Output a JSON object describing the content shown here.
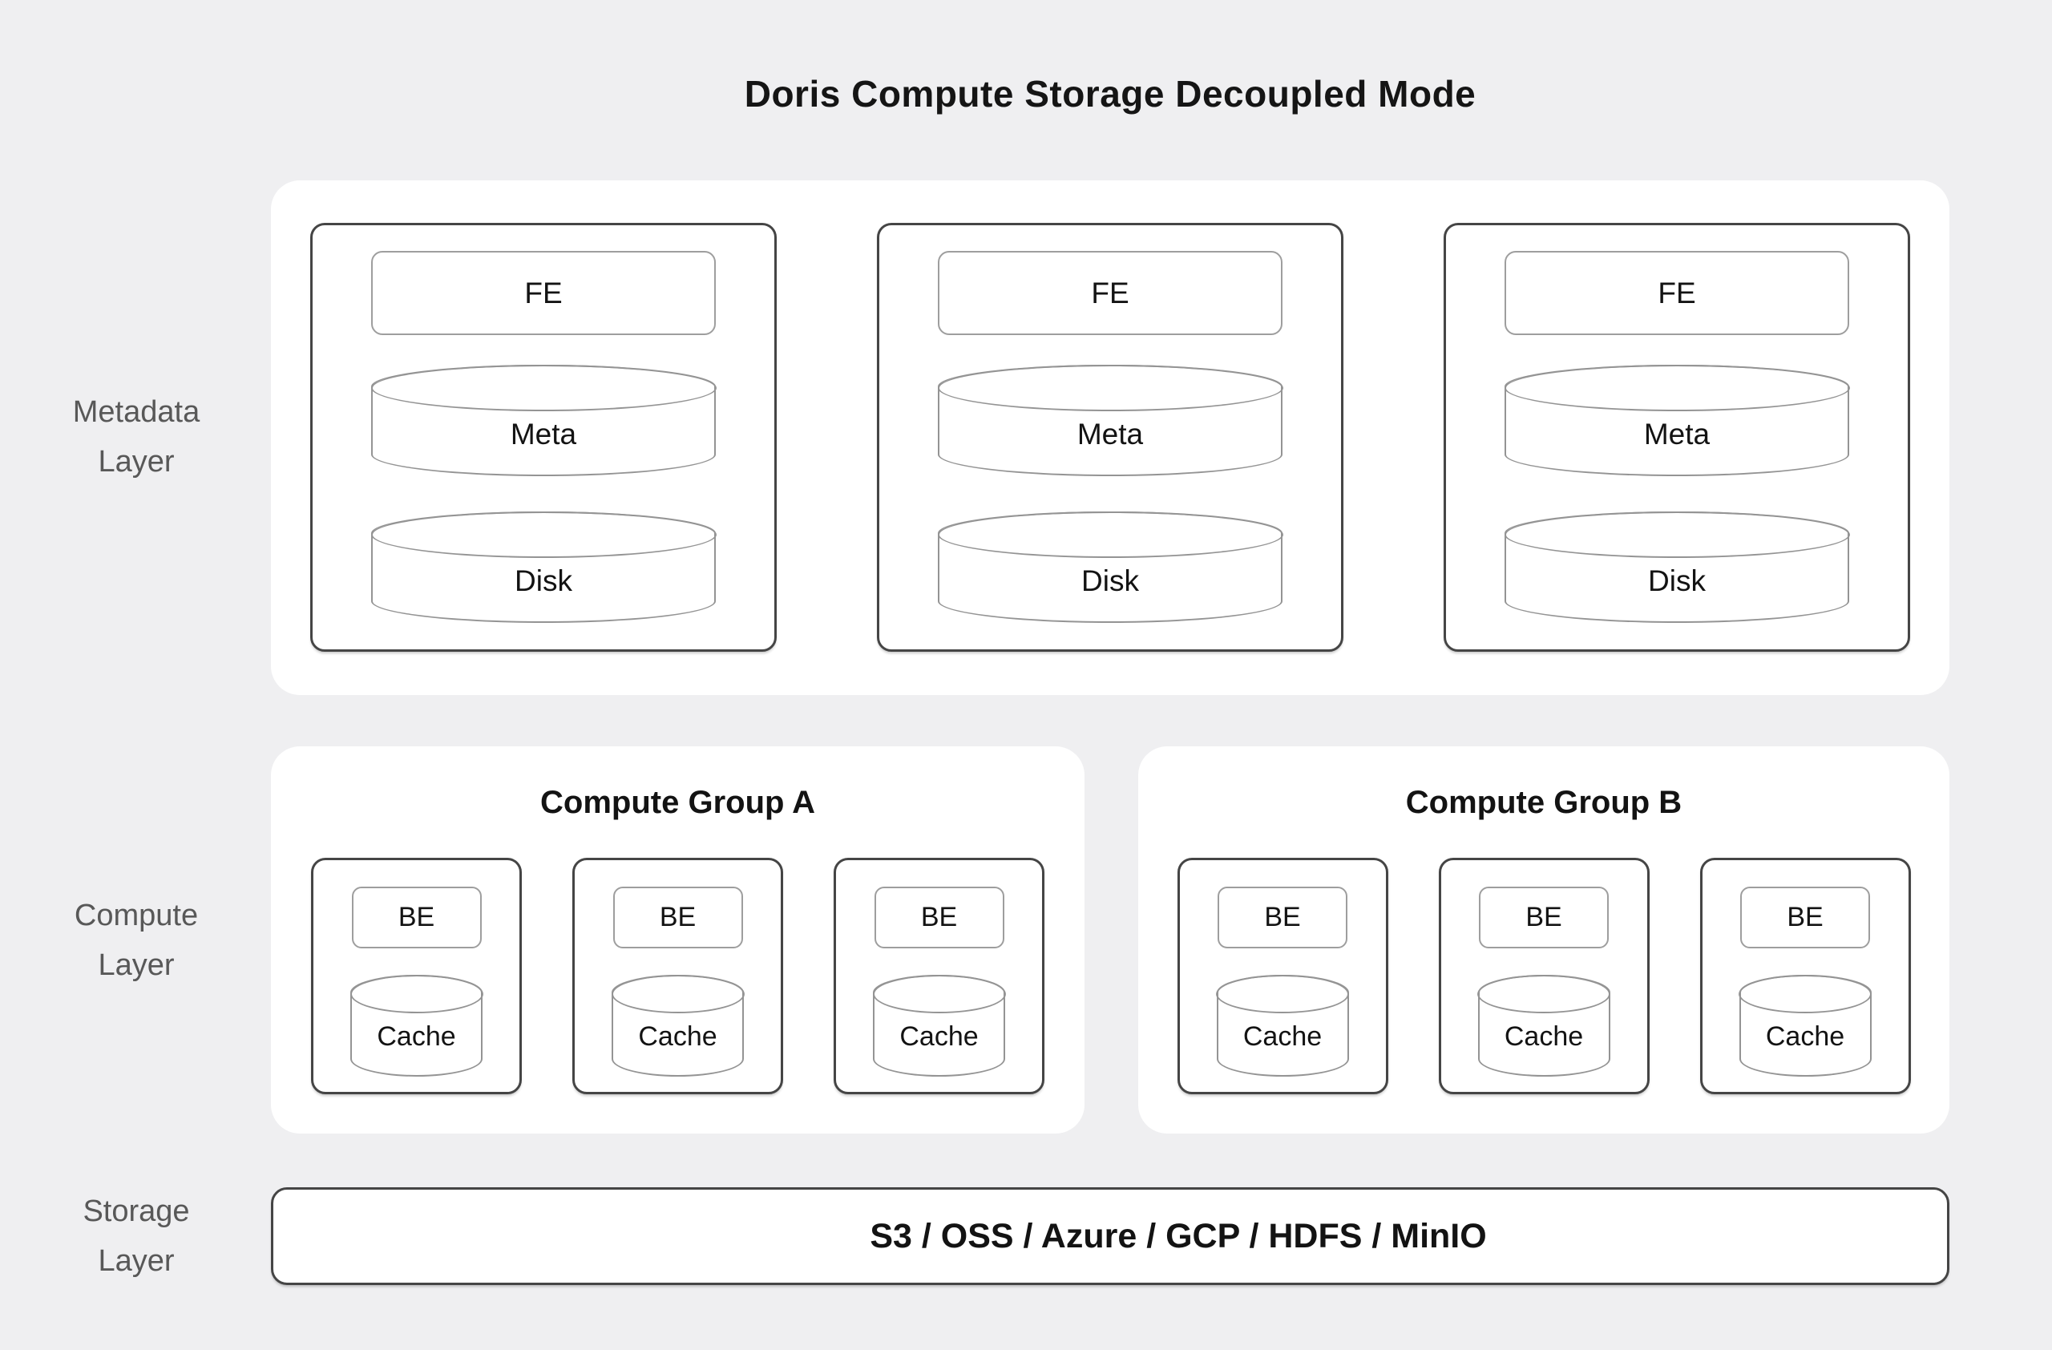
{
  "title": "Doris Compute Storage Decoupled Mode",
  "layers": {
    "metadata": {
      "label_line1": "Metadata",
      "label_line2": "Layer",
      "nodes": [
        {
          "fe": "FE",
          "meta": "Meta",
          "disk": "Disk"
        },
        {
          "fe": "FE",
          "meta": "Meta",
          "disk": "Disk"
        },
        {
          "fe": "FE",
          "meta": "Meta",
          "disk": "Disk"
        }
      ]
    },
    "compute": {
      "label_line1": "Compute",
      "label_line2": "Layer",
      "groups": [
        {
          "title": "Compute Group A",
          "nodes": [
            {
              "be": "BE",
              "cache": "Cache"
            },
            {
              "be": "BE",
              "cache": "Cache"
            },
            {
              "be": "BE",
              "cache": "Cache"
            }
          ]
        },
        {
          "title": "Compute Group B",
          "nodes": [
            {
              "be": "BE",
              "cache": "Cache"
            },
            {
              "be": "BE",
              "cache": "Cache"
            },
            {
              "be": "BE",
              "cache": "Cache"
            }
          ]
        }
      ]
    },
    "storage": {
      "label_line1": "Storage",
      "label_line2": "Layer",
      "text": "S3 / OSS / Azure / GCP / HDFS / MinIO"
    }
  },
  "colors": {
    "background": "#efeff1",
    "card": "#ffffff",
    "dark_border": "#454545",
    "grey_border": "#9e9e9e",
    "cylinder_border": "#949494",
    "label_text": "#585858",
    "text": "#131313"
  }
}
